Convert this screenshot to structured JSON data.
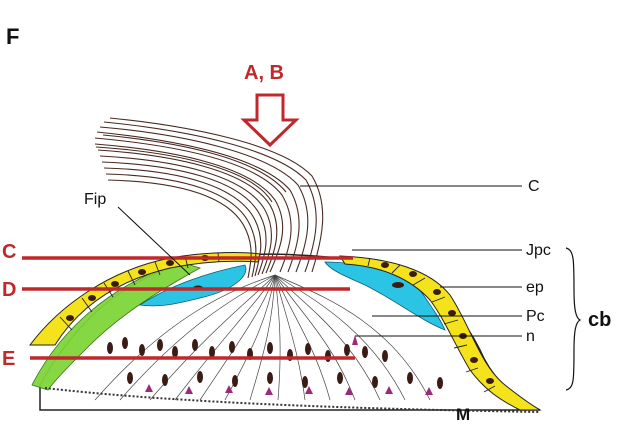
{
  "panel_label": "F",
  "view_label": "A, B",
  "section_lines": [
    "C",
    "D",
    "E"
  ],
  "labels": {
    "c": "C",
    "fip": "Fip",
    "jpc": "Jpc",
    "ep": "ep",
    "pc": "Pc",
    "n": "n",
    "cb": "cb",
    "m": "M"
  },
  "colors": {
    "section_line": "#c0292b",
    "epithelium_yellow": "#f4e21c",
    "green_layer": "#7fd63a",
    "cyan_cells": "#2cc4e4",
    "fibers": "#4a2b22",
    "nuclei": "#3a1c14",
    "base_magenta": "#a0287a"
  }
}
